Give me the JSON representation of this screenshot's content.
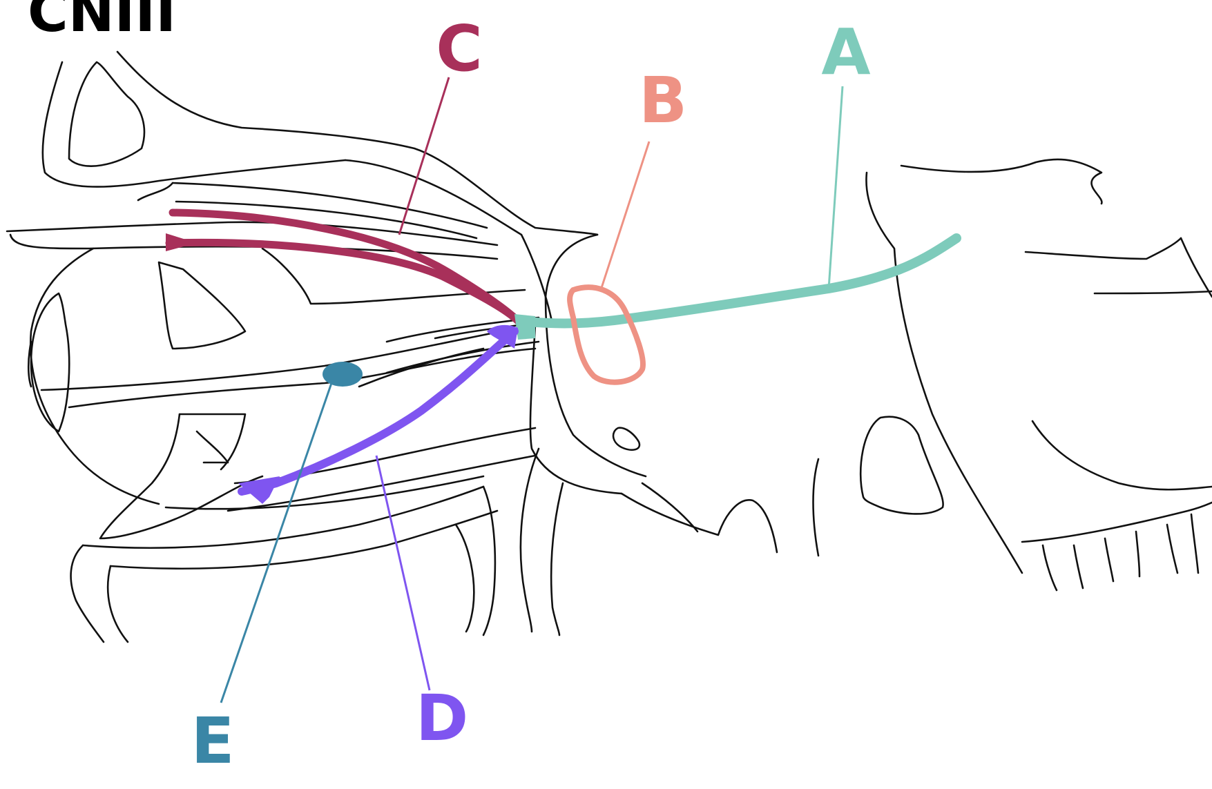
{
  "title": "CNIII",
  "colors": {
    "A": "#7ecbbb",
    "B": "#ee9284",
    "C": "#a8305a",
    "D": "#7f55f0",
    "E": "#3a86a6",
    "outline": "#111111"
  },
  "labels": {
    "A": "A",
    "B": "B",
    "C": "C",
    "D": "D",
    "E": "E"
  }
}
